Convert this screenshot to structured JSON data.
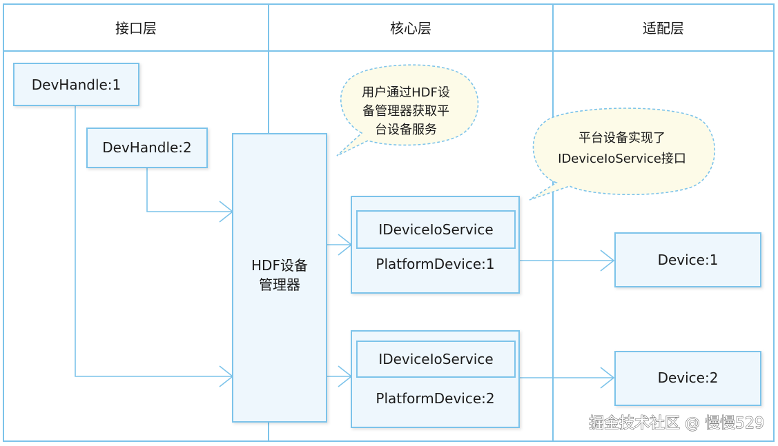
{
  "colors": {
    "border": "#7cc3ea",
    "box_fill": "#eef7fd",
    "callout_fill": "#fdfbe8",
    "text": "#1a1a1a"
  },
  "layers": {
    "interface": "接口层",
    "core": "核心层",
    "adapter": "适配层"
  },
  "nodes": {
    "devhandle1": "DevHandle:1",
    "devhandle2": "DevHandle:2",
    "hdf_manager_line1": "HDF设备",
    "hdf_manager_line2": "管理器",
    "platform1_service": "IDeviceIoService",
    "platform1_label": "PlatformDevice:1",
    "platform2_service": "IDeviceIoService",
    "platform2_label": "PlatformDevice:2",
    "device1": "Device:1",
    "device2": "Device:2"
  },
  "callouts": {
    "user_access": [
      "用户通过HDF设",
      "备管理器获取平",
      "台设备服务"
    ],
    "platform_impl": [
      "平台设备实现了",
      "IDeviceIoService接口"
    ]
  },
  "watermark": "掘金技术社区 @ 慢慢529"
}
